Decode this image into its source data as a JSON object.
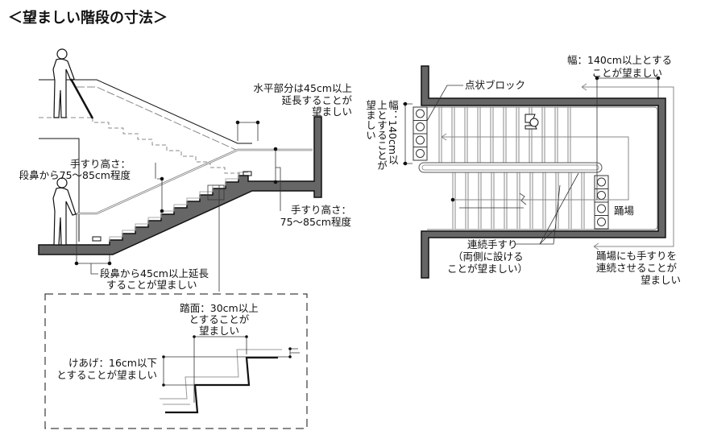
{
  "title": "＜望ましい階段の寸法＞",
  "section": {
    "horizontal_ext": [
      "水平部分は45cm以上",
      "延長することが",
      "望ましい"
    ],
    "handrail_height_left": [
      "手すり高さ：",
      "段鼻から75～85cm程度"
    ],
    "handrail_height_right": [
      "手すり高さ：",
      "75～85cm程度"
    ],
    "nosing_ext": [
      "段鼻から45cm以上延長",
      "することが望ましい"
    ]
  },
  "detail": {
    "tread": [
      "踏面：30cm以上",
      "とすることが",
      "望ましい"
    ],
    "riser": [
      "けあげ：16cm以下",
      "とすることが望ましい"
    ]
  },
  "plan": {
    "width_top": [
      "幅：140cm以上とする",
      "ことが望ましい"
    ],
    "width_side": "幅：140cm以上とすることが望ましい",
    "tactile_block": "点状ブロック",
    "landing": "踊場",
    "continuous_rail": [
      "連続手すり",
      "（両側に設ける",
      "ことが望ましい）"
    ],
    "landing_rail": [
      "踊場にも手すりを",
      "連続させることが",
      "望ましい"
    ]
  },
  "colors": {
    "slab": "#666666",
    "line": "#111111",
    "thin": "#999999"
  }
}
